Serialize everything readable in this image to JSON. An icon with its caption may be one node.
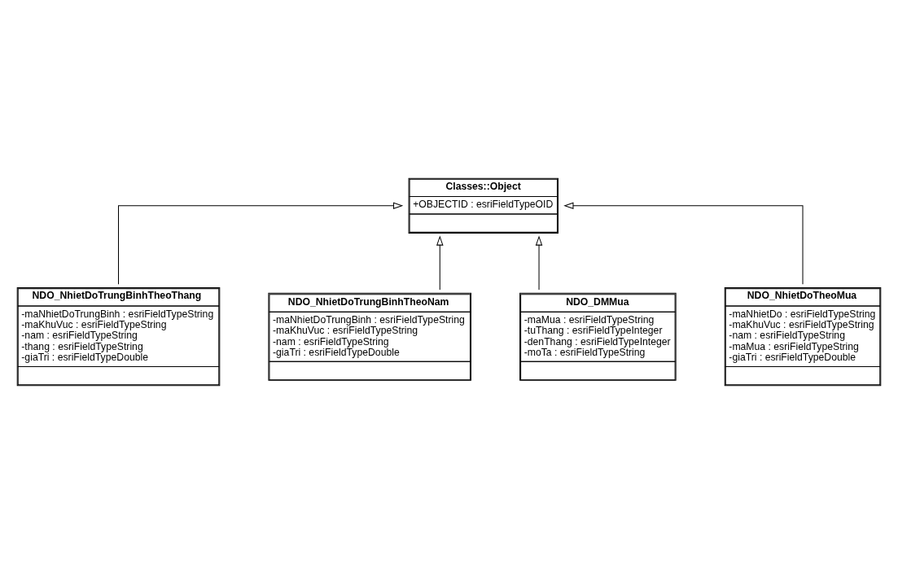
{
  "diagram": {
    "nodes": [
      {
        "text": [
          "Classes::Object",
          "+OBJECTID : esriFieldTypeOID"
        ]
      },
      {
        "text": [
          "NDO_NhietDoTrungBinhTheoThang",
          "-maNhietDoTrungBinh : esriFieldTypeString",
          "-maKhuVuc : esriFieldTypeString",
          "-nam : esriFieldTypeString",
          "-thang : esriFieldTypeString",
          "-giaTri : esriFieldTypeDouble"
        ]
      },
      {
        "text": [
          "NDO_NhietDoTrungBinhTheoNam",
          "-maNhietDoTrungBinh : esriFieldTypeString",
          "-maKhuVuc : esriFieldTypeString",
          "-nam : esriFieldTypeString",
          "-giaTri : esriFieldTypeDouble"
        ]
      },
      {
        "text": [
          "NDO_DMMua",
          "-maMua : esriFieldTypeString",
          "-tuThang : esriFieldTypeInteger",
          "-denThang : esriFieldTypeInteger",
          "-moTa : esriFieldTypeString"
        ]
      },
      {
        "text": [
          "NDO_NhietDoTheoMua",
          "-maNhietDo : esriFieldTypeString",
          "-maKhuVuc : esriFieldTypeString",
          "-nam : esriFieldTypeString",
          "-maMua : esriFieldTypeString",
          "-giaTri : esriFieldTypeDouble"
        ]
      }
    ],
    "edges": [
      {
        "from": 1,
        "to": 0,
        "arrow": "to"
      },
      {
        "from": 2,
        "to": 0,
        "arrow": "to"
      },
      {
        "from": 3,
        "to": 0,
        "arrow": "to"
      },
      {
        "from": 4,
        "to": 0,
        "arrow": "to"
      }
    ]
  }
}
